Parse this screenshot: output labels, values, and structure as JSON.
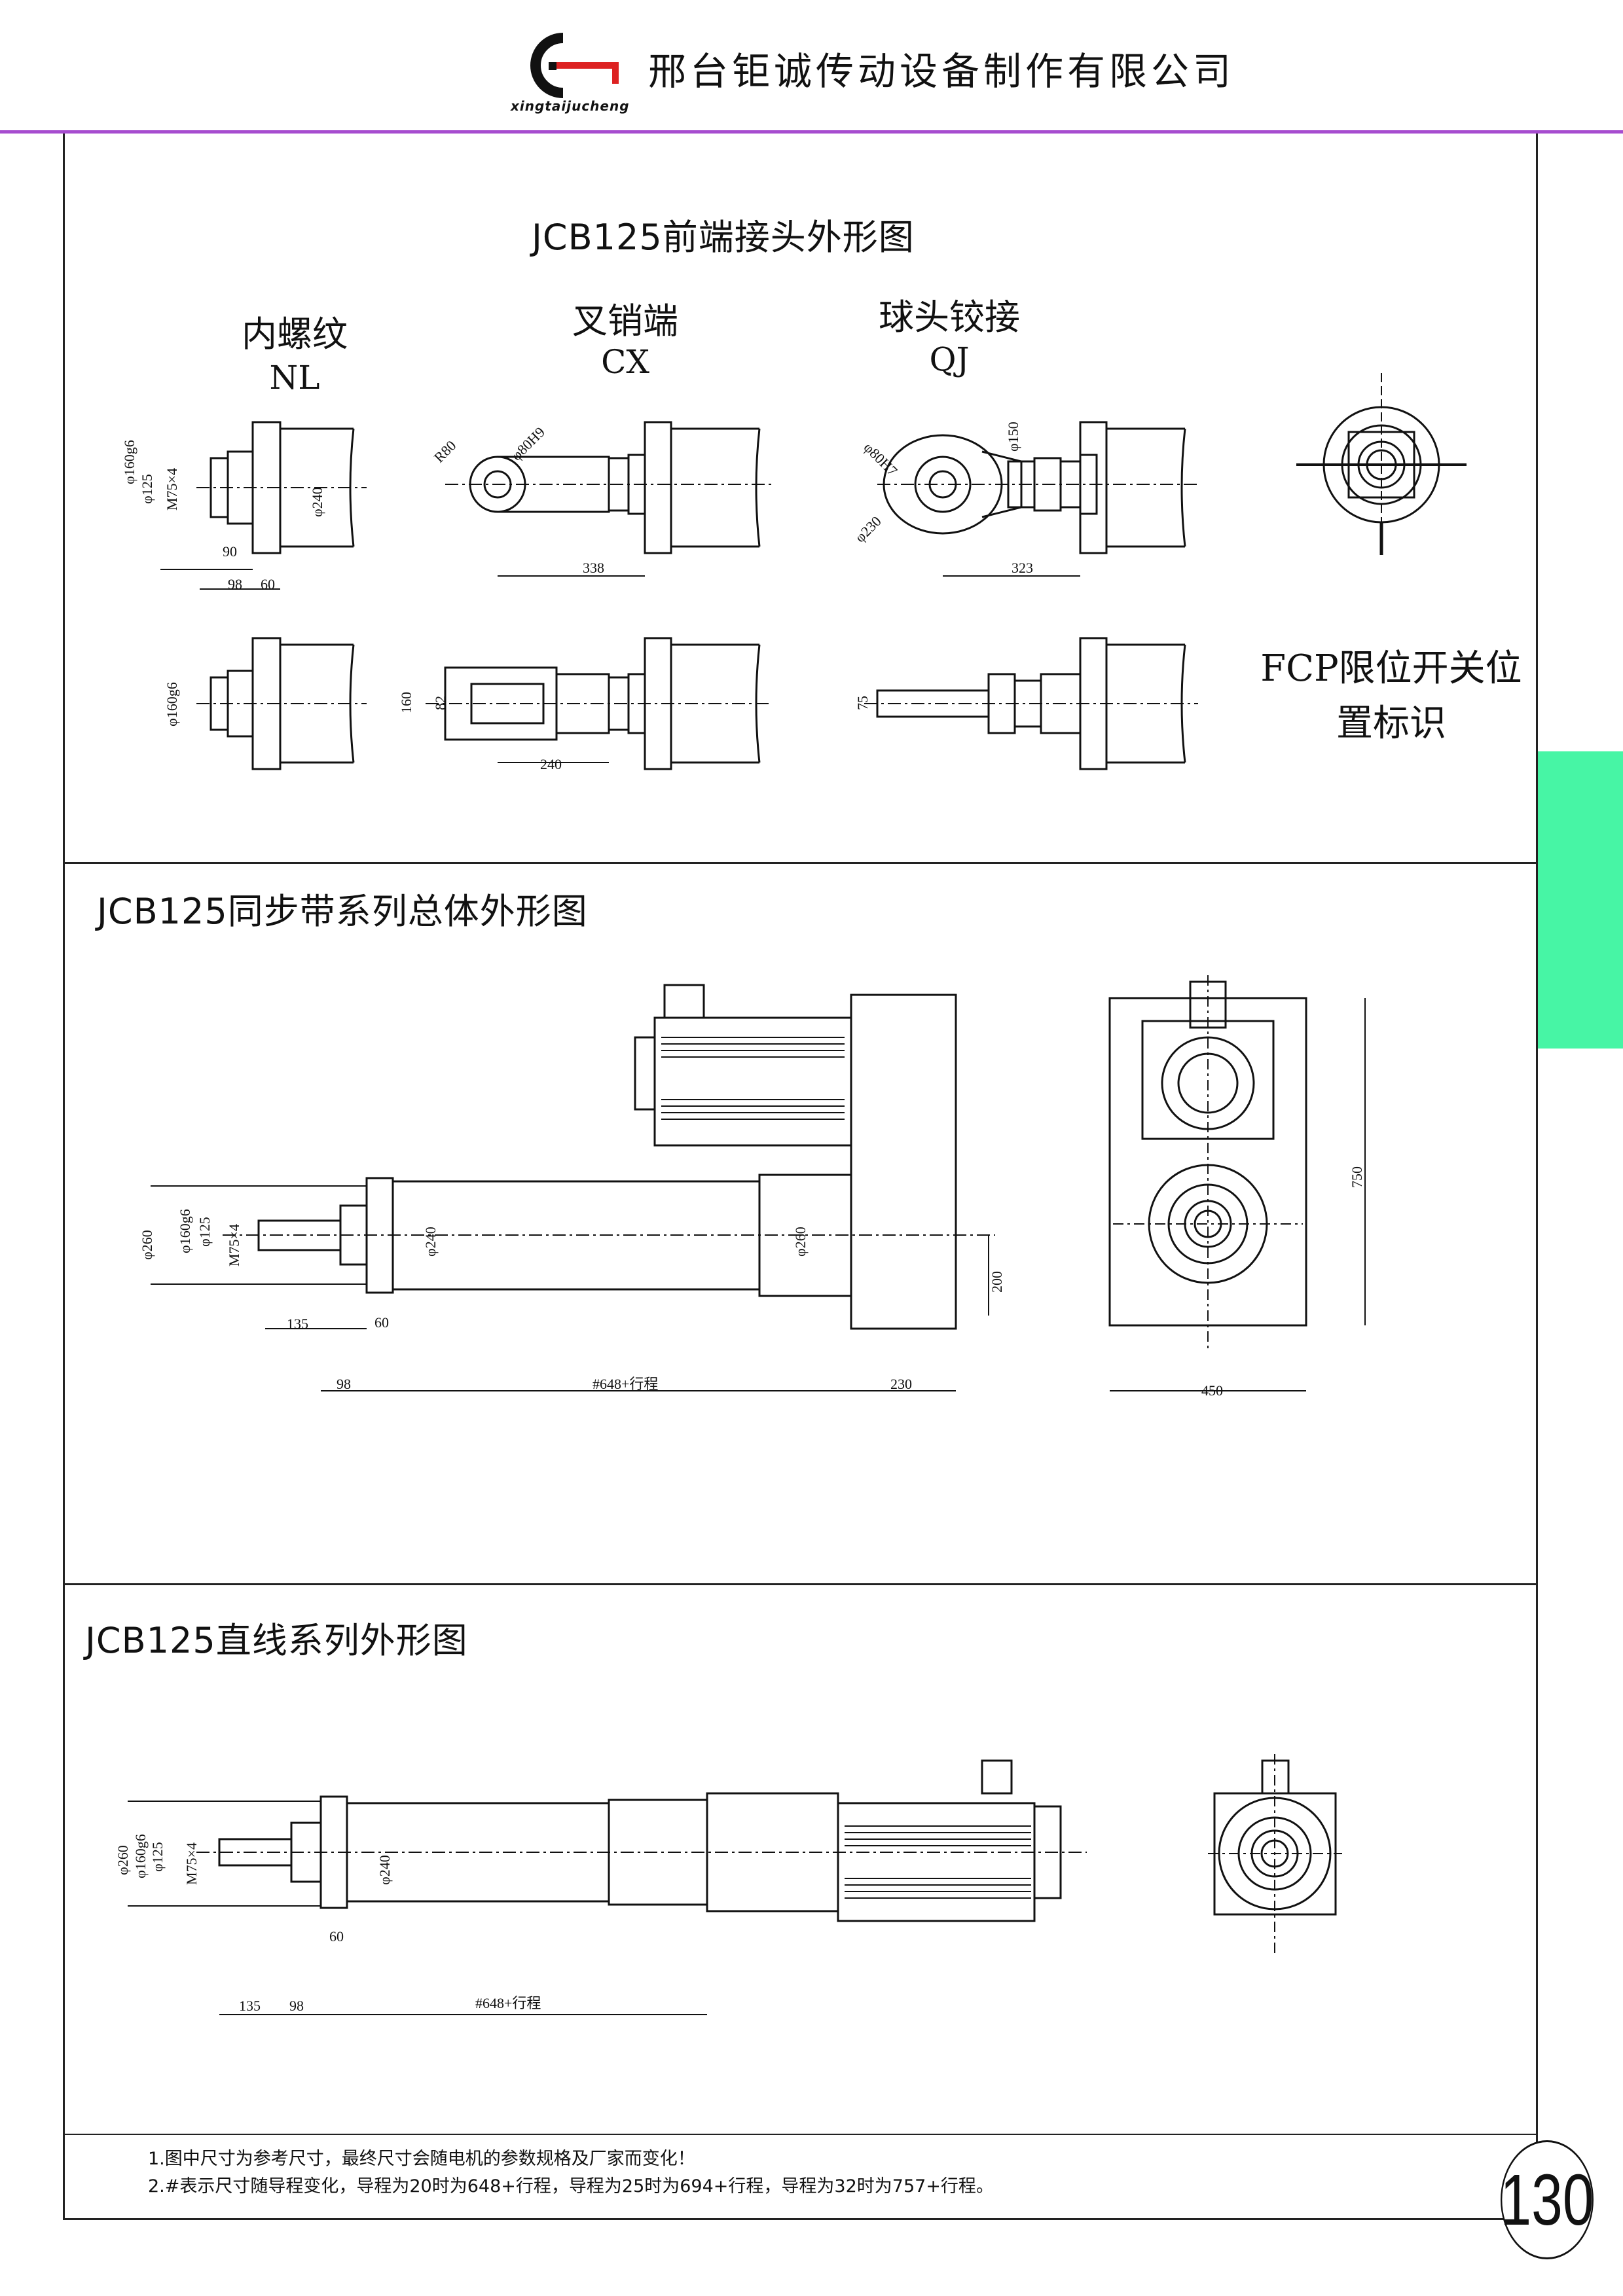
{
  "header": {
    "company": "邢台钜诚传动设备制作有限公司",
    "logo_caption": "xingtaijucheng"
  },
  "section1": {
    "title": "JCB125前端接头外形图",
    "types": [
      {
        "name": "内螺纹",
        "code": "NL"
      },
      {
        "name": "叉销端",
        "code": "CX"
      },
      {
        "name": "球头铰接",
        "code": "QJ"
      }
    ],
    "fcp_label": "FCP限位开关位置标识"
  },
  "section2": {
    "title": "JCB125同步带系列总体外形图"
  },
  "section3": {
    "title": "JCB125直线系列外形图"
  },
  "dimensions": {
    "d160g6": "φ160g6",
    "d125": "φ125",
    "m75": "M75×4",
    "d240": "φ240",
    "d260": "φ260",
    "r80": "R80",
    "d80h9": "φ80H9",
    "d80h7": "φ80H7",
    "d150": "φ150",
    "d230": "φ230",
    "v90": "90",
    "v98": "98",
    "v60": "60",
    "v338": "338",
    "v323": "323",
    "v160": "160",
    "v82": "82",
    "v240": "240",
    "v75": "75",
    "v135": "135",
    "v200": "200",
    "v230": "230",
    "v750": "750",
    "v450": "450",
    "stroke": "#648+行程"
  },
  "notes": [
    "1.图中尺寸为参考尺寸，最终尺寸会随电机的参数规格及厂家而变化！",
    "2.#表示尺寸随导程变化，导程为20时为648+行程，导程为25时为694+行程，导程为32时为757+行程。"
  ],
  "page_number": "130",
  "colors": {
    "header_rule": "#a64ccf",
    "side_tab": "#47f5a5"
  }
}
